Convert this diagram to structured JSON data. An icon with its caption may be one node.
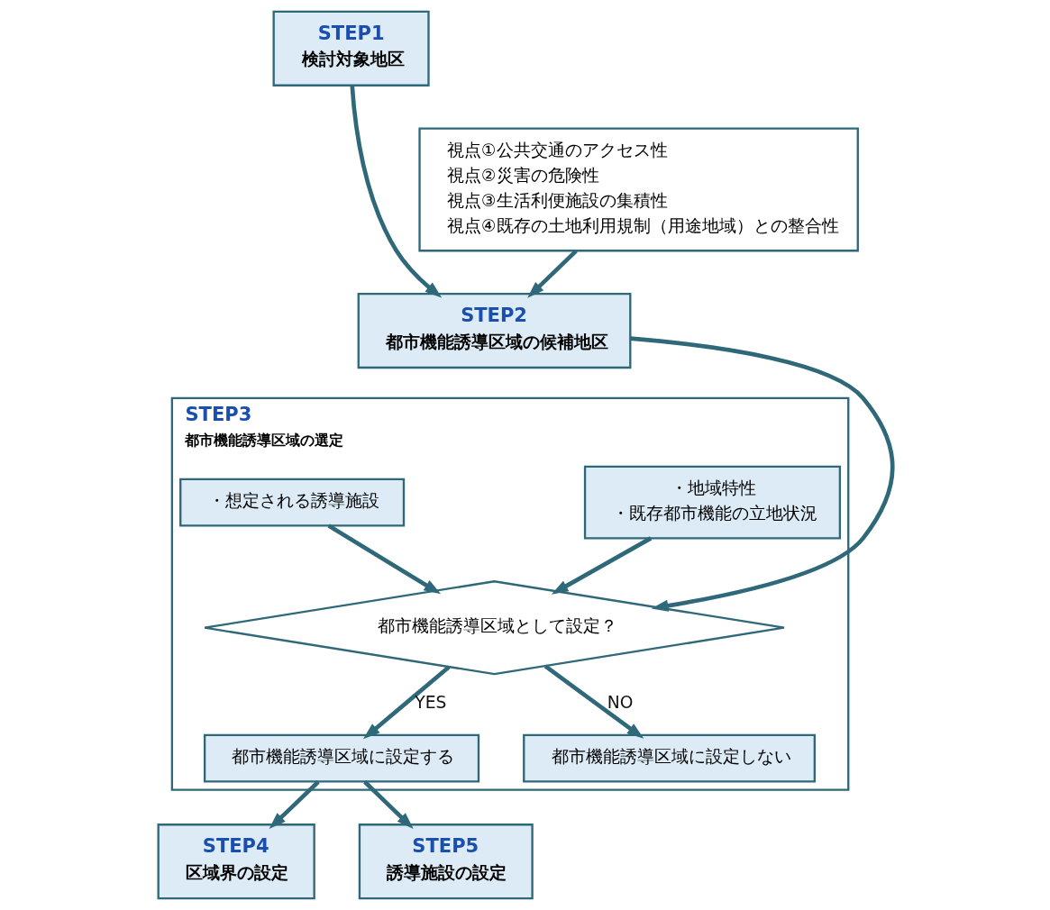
{
  "diagram": {
    "nodes": [
      {
        "text": [
          "STEP1",
          "検討対象地区"
        ]
      },
      {
        "text": [
          "視点①公共交通のアクセス性",
          "視点②災害の危険性",
          "視点③生活利便施設の集積性",
          "視点④既存の土地利用規制（用途地域）との整合性"
        ]
      },
      {
        "text": [
          "STEP2",
          "都市機能誘導区域の候補地区"
        ]
      },
      {
        "text": [
          "STEP3",
          "都市機能誘導区域の選定"
        ]
      },
      {
        "text": [
          "・想定される誘導施設"
        ],
        "in": 3
      },
      {
        "text": [
          "・地域特性",
          "・既存都市機能の立地状況"
        ],
        "in": 3
      },
      {
        "text": [
          "都市機能誘導区域として設定？"
        ],
        "in": 3
      },
      {
        "text": [
          "都市機能誘導区域に設定する"
        ],
        "in": 3
      },
      {
        "text": [
          "都市機能誘導区域に設定しない"
        ],
        "in": 3
      },
      {
        "text": [
          "STEP4",
          "区域界の設定"
        ]
      },
      {
        "text": [
          "STEP5",
          "誘導施設の設定"
        ]
      }
    ],
    "edges": [
      {
        "from": 0,
        "to": 2,
        "arrow": "to"
      },
      {
        "from": 1,
        "to": 2,
        "arrow": "to"
      },
      {
        "from": 2,
        "to": 6,
        "arrow": "to"
      },
      {
        "from": 4,
        "to": 6,
        "arrow": "to"
      },
      {
        "from": 5,
        "to": 6,
        "arrow": "to"
      },
      {
        "from": 6,
        "to": 7,
        "arrow": "to",
        "label": "YES"
      },
      {
        "from": 6,
        "to": 8,
        "arrow": "to",
        "label": "NO"
      },
      {
        "from": 7,
        "to": 9,
        "arrow": "to"
      },
      {
        "from": 7,
        "to": 10,
        "arrow": "to"
      }
    ]
  }
}
